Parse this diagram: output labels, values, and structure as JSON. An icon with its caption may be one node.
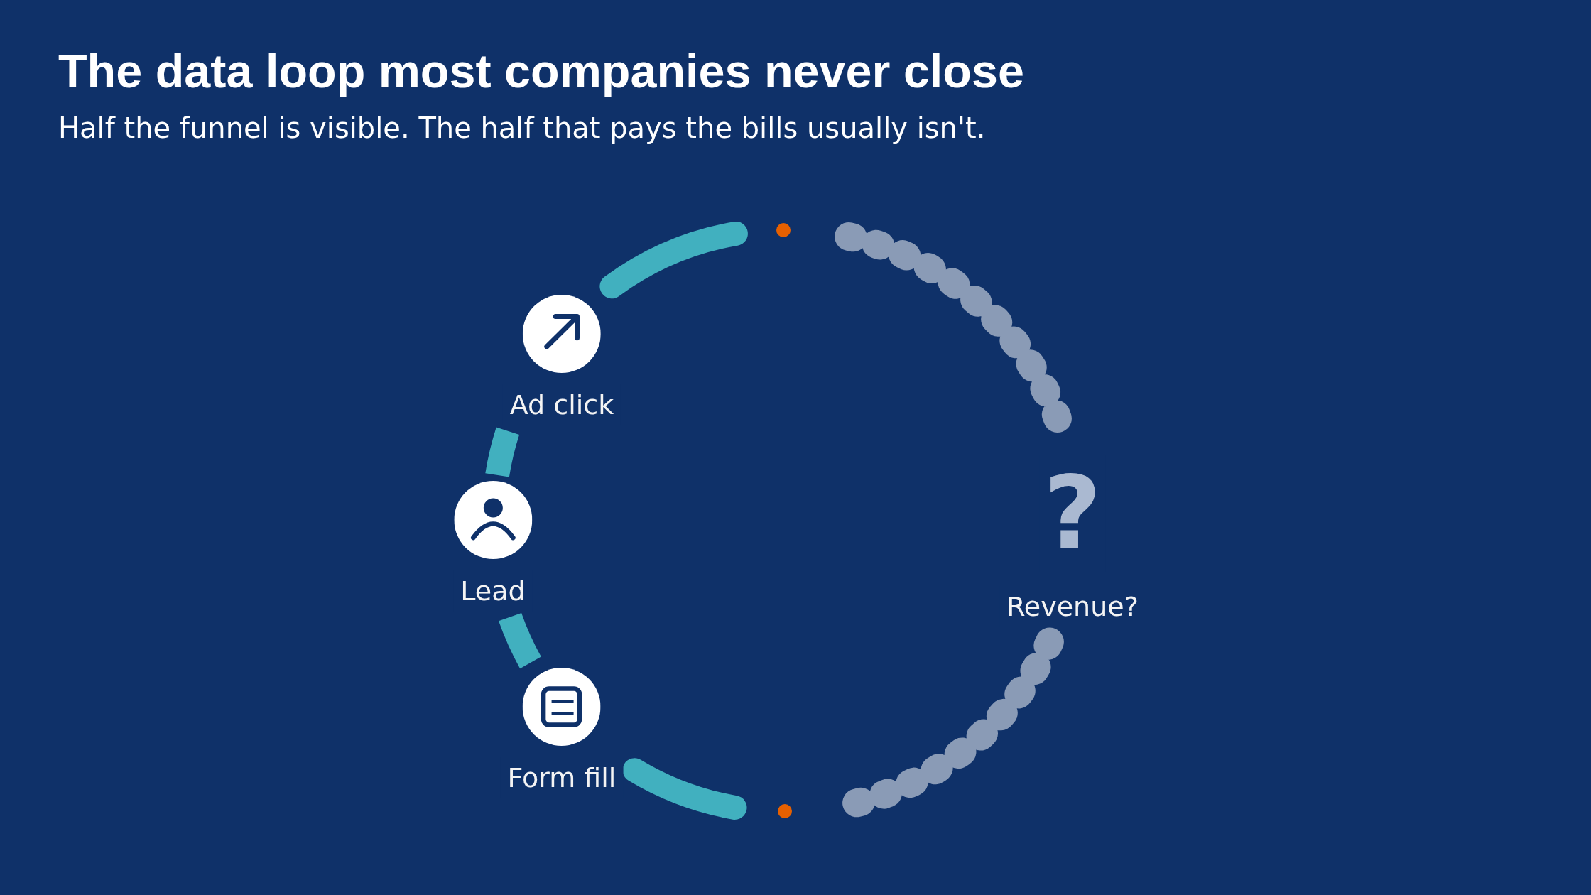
{
  "diagram": {
    "title": "The data loop most companies never close",
    "nodes": [
      {
        "text": [
          "Ad click"
        ]
      },
      {
        "text": [
          "Lead"
        ]
      },
      {
        "text": [
          "Form fill"
        ]
      },
      {
        "text": [
          "?",
          "Revenue?"
        ]
      },
      {
        "text": [],
        "shape": "circle"
      },
      {
        "text": [],
        "shape": "circle"
      }
    ],
    "edges": [
      {
        "from": null,
        "to": 0,
        "arrow": "none"
      },
      {
        "from": 0,
        "to": 1,
        "arrow": "none"
      },
      {
        "from": 1,
        "to": 2,
        "arrow": "none"
      },
      {
        "from": 2,
        "to": null,
        "arrow": "none"
      },
      {
        "from": null,
        "to": 3,
        "arrow": "none",
        "style": "dashed",
        "color": "#8a9bb6"
      },
      {
        "from": 3,
        "to": null,
        "arrow": "none",
        "style": "dashed",
        "color": "#8a9bb6"
      }
    ],
    "labels": [
      "Half the funnel is visible. The half that pays the bills usually isn't."
    ]
  }
}
